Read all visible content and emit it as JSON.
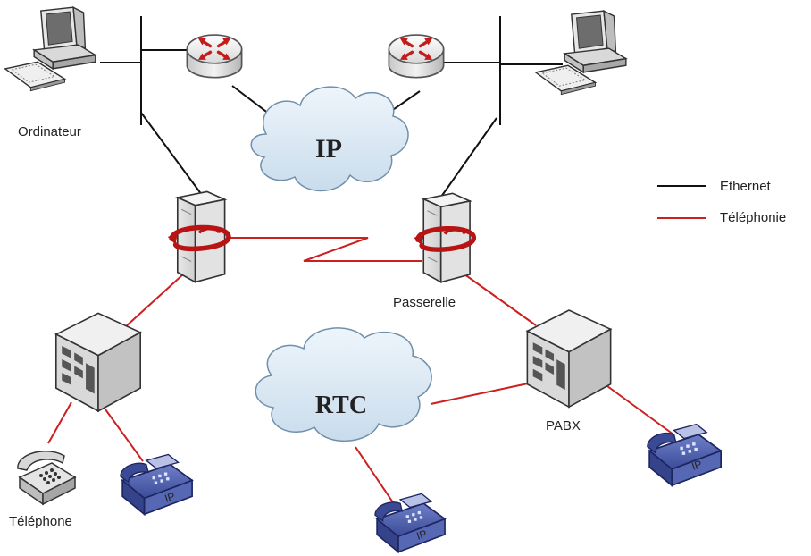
{
  "labels": {
    "ordinateur": "Ordinateur",
    "passerelle": "Passerelle",
    "pabx": "PABX",
    "telephone": "Téléphone",
    "ip_cloud": "IP",
    "rtc_cloud": "RTC",
    "ip_phone": "IP"
  },
  "legend": {
    "ethernet": "Ethernet",
    "telephonie": "Téléphonie",
    "ethernet_color": "#111111",
    "telephonie_color": "#cc1f1f"
  },
  "icons": {
    "computer": "computer-icon",
    "router": "router-icon",
    "gateway": "gateway-server-icon",
    "pabx": "pabx-icon",
    "ip_phone": "ip-phone-icon",
    "analog_phone": "analog-phone-icon",
    "cloud": "cloud-icon"
  }
}
